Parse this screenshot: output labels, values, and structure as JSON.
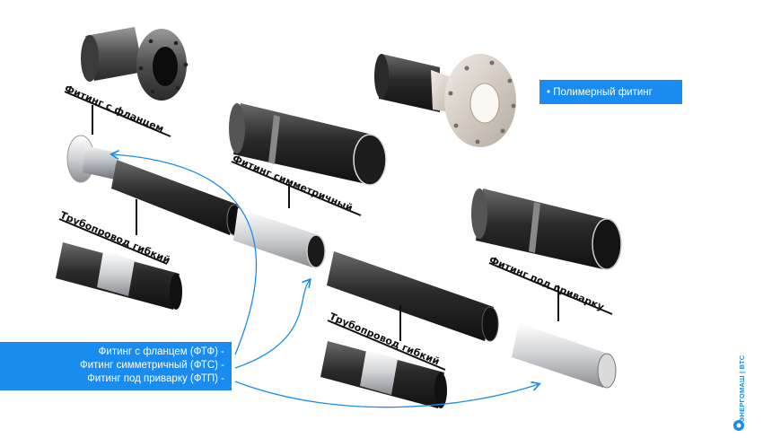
{
  "labels": {
    "flange_fitting": "Фитинг с фланцем",
    "symmetric_fitting": "Фитинг симметричный",
    "hose_left": "Трубопровод гибкий",
    "weld_fitting": "Фитинг под приварку",
    "hose_right": "Трубопровод гибкий"
  },
  "polymer_label": "• Полимерный фитинг",
  "legend": [
    "Фитинг с фланцем (ФТФ) -",
    "Фитинг симметричный (ФТС) -",
    "Фитинг под приварку (ФТП) -"
  ],
  "brand": "ЭНЕРГОМАШ | ВТС",
  "colors": {
    "accent": "#1a8cf0",
    "pipe_dark": "#2a2a2a",
    "metal": "#b9bcc0"
  }
}
